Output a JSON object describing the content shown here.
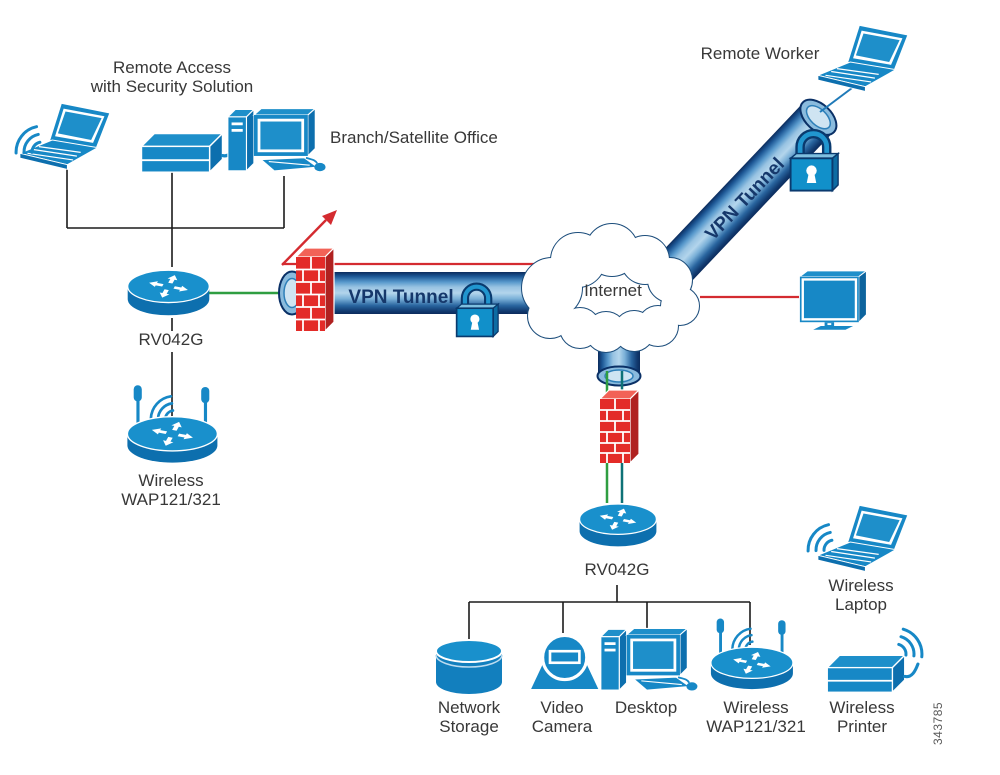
{
  "diagram": {
    "title_group": {
      "remote_access_line1": "Remote Access",
      "remote_access_line2": "with Security Solution",
      "branch_office": "Branch/Satellite Office",
      "remote_worker": "Remote Worker"
    },
    "labels": {
      "internet": "Internet",
      "vpn_tunnel_h": "VPN Tunnel",
      "vpn_tunnel_d": "VPN Tunnel",
      "rv042g_top": "RV042G",
      "rv042g_bottom": "RV042G",
      "wap_left_line1": "Wireless",
      "wap_left_line2": "WAP121/321",
      "network_storage_line1": "Network",
      "network_storage_line2": "Storage",
      "video_camera_line1": "Video",
      "video_camera_line2": "Camera",
      "desktop": "Desktop",
      "wap_bottom_line1": "Wireless",
      "wap_bottom_line2": "WAP121/321",
      "wireless_laptop_line1": "Wireless",
      "wireless_laptop_line2": "Laptop",
      "wireless_printer_line1": "Wireless",
      "wireless_printer_line2": "Printer",
      "figure_number": "343785"
    },
    "colors": {
      "device_blue": "#1788c6",
      "device_blue_dark": "#0d6fae",
      "tube_navy": "#0b2b5c",
      "firewall_red": "#e32b28",
      "line_red": "#d42b30",
      "line_green": "#2f9e41",
      "line_teal": "#0e7277",
      "connector_black": "#1b1b1b",
      "label_text": "#383838",
      "vpn_text_navy": "#16386b"
    }
  }
}
